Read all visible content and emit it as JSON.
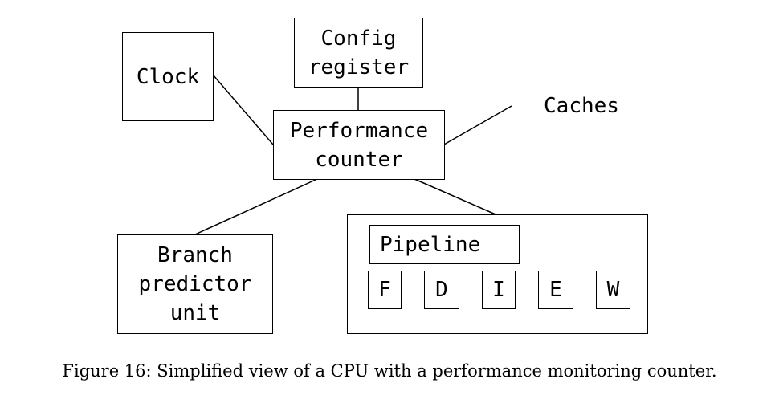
{
  "diagram": {
    "nodes": {
      "clock": {
        "lines": [
          "Clock"
        ]
      },
      "config_register": {
        "lines": [
          "Config",
          "register"
        ]
      },
      "caches": {
        "lines": [
          "Caches"
        ]
      },
      "performance_counter": {
        "lines": [
          "Performance",
          "counter"
        ]
      },
      "branch_predictor": {
        "lines": [
          "Branch",
          "predictor",
          "unit"
        ]
      },
      "pipeline": {
        "title": "Pipeline",
        "stages": [
          "F",
          "D",
          "I",
          "E",
          "W"
        ]
      }
    },
    "edges": [
      [
        "performance_counter",
        "clock"
      ],
      [
        "performance_counter",
        "config_register"
      ],
      [
        "performance_counter",
        "caches"
      ],
      [
        "performance_counter",
        "branch_predictor"
      ],
      [
        "performance_counter",
        "pipeline"
      ]
    ]
  },
  "caption": "Figure 16: Simplified view of a CPU with a performance monitoring counter."
}
